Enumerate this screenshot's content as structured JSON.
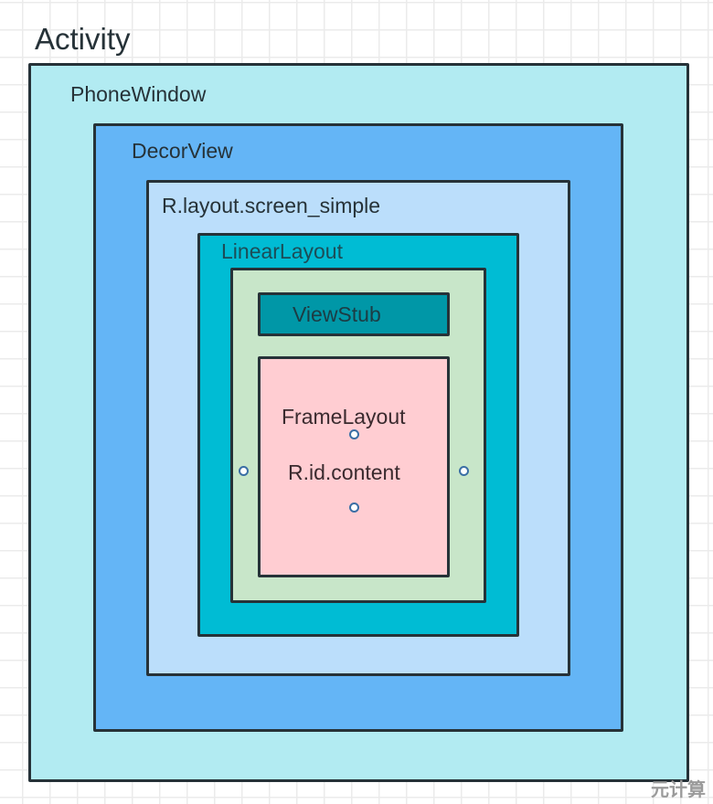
{
  "title": "Activity",
  "layers": {
    "phone_window": {
      "label": "PhoneWindow",
      "color": "#b2ebf2"
    },
    "decor_view": {
      "label": "DecorView",
      "color": "#64b5f6"
    },
    "screen_simple": {
      "label": "R.layout.screen_simple",
      "color": "#bbdefb"
    },
    "linear_layout": {
      "label": "LinearLayout",
      "color": "#00bcd4"
    },
    "inner": {
      "color": "#c8e6c9"
    },
    "view_stub": {
      "label": "ViewStub",
      "color": "#0097a7"
    },
    "frame_layout": {
      "label": "FrameLayout",
      "id_label": "R.id.content",
      "color": "#ffcdd2"
    }
  },
  "watermark": "元计算"
}
